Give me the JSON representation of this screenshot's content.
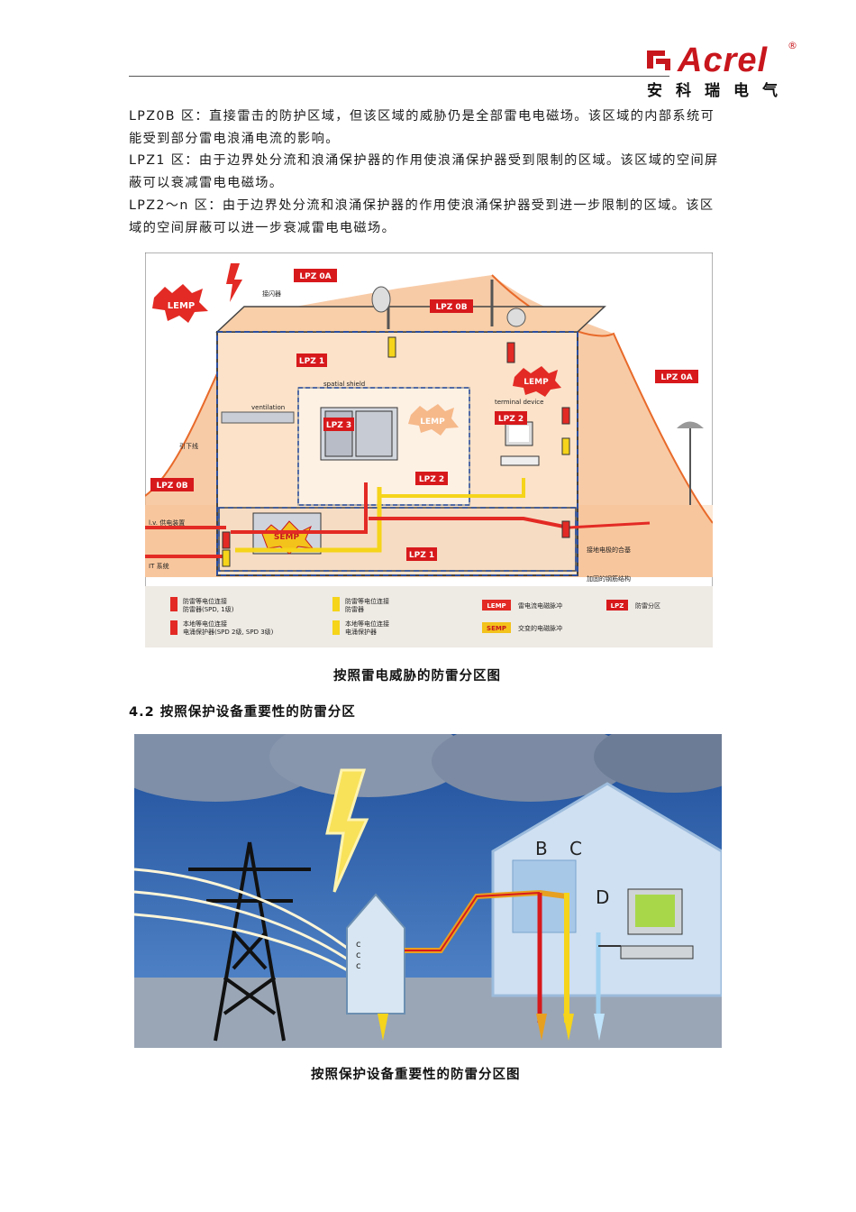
{
  "header": {
    "logo_word": "Acrel",
    "logo_registered": "®",
    "logo_subtitle": "安科瑞电气"
  },
  "paragraphs": [
    "LPZ0B 区：直接雷击的防护区域，但该区域的威胁仍是全部雷电电磁场。该区域的内部系统可能受到部分雷电浪涌电流的影响。",
    "LPZ1 区：由于边界处分流和浪涌保护器的作用使浪涌保护器受到限制的区域。该区域的空间屏蔽可以衰减雷电电磁场。",
    "LPZ2～n 区：由于边界处分流和浪涌保护器的作用使浪涌保护器受到进一步限制的区域。该区域的空间屏蔽可以进一步衰减雷电电磁场。"
  ],
  "figure1": {
    "caption": "按照雷电威胁的防雷分区图",
    "labels": {
      "lpz0a_top": "LPZ 0A",
      "lpz0b_top": "LPZ 0B",
      "lpz0a_right": "LPZ 0A",
      "lpz0b_left": "LPZ 0B",
      "lpz1_top": "LPZ 1",
      "lpz1_bottom": "LPZ 1",
      "lpz2_room": "LPZ 2",
      "lpz2_device": "LPZ 2",
      "lpz3": "LPZ 3",
      "lemp_left": "LEMP",
      "lemp_terminal": "LEMP",
      "lemp_room": "LEMP",
      "semp": "SEMP",
      "air_terminal": "接闪器",
      "spatial_shield": "spatial shield",
      "ventilation": "ventilation",
      "terminal_device": "terminal device",
      "down_conductor": "引下线",
      "lv_supply": "l.v. 供电装置",
      "it_system": "IT 系统",
      "earthing": "接地电极的合基",
      "steel_structure": "加固的钢筋结构"
    },
    "legend": [
      {
        "icon": "lightning-equip-spd1",
        "text1": "防雷等电位连接",
        "text2": "防雷器(SPD, 1级)"
      },
      {
        "icon": "local-equip-spd23",
        "text1": "本地等电位连接",
        "text2": "电涌保护器(SPD 2级, SPD 3级)"
      },
      {
        "icon": "lightning-equip-arrester",
        "text1": "防雷等电位连接",
        "text2": "防雷器"
      },
      {
        "icon": "local-equip-protector",
        "text1": "本地等电位连接",
        "text2": "电涌保护器"
      },
      {
        "icon": "lemp-badge",
        "badge": "LEMP",
        "text1": "雷电流电磁脉冲"
      },
      {
        "icon": "semp-badge",
        "badge": "SEMP",
        "text1": "交变的电磁脉冲"
      },
      {
        "icon": "lpz-badge",
        "badge": "LPZ",
        "text1": "防雷分区"
      }
    ]
  },
  "section_heading": "4.2 按照保护设备重要性的防雷分区",
  "figure2": {
    "caption": "按照保护设备重要性的防雷分区图",
    "letters": {
      "b": "B",
      "c": "C",
      "d": "D",
      "c1": "c",
      "c2": "c",
      "c3": "c"
    }
  },
  "colors": {
    "brand_red": "#c8161d",
    "lpz_red": "#d7191c",
    "orange_zone": "#f3a56a",
    "sky_blue": "#3c74b8"
  }
}
